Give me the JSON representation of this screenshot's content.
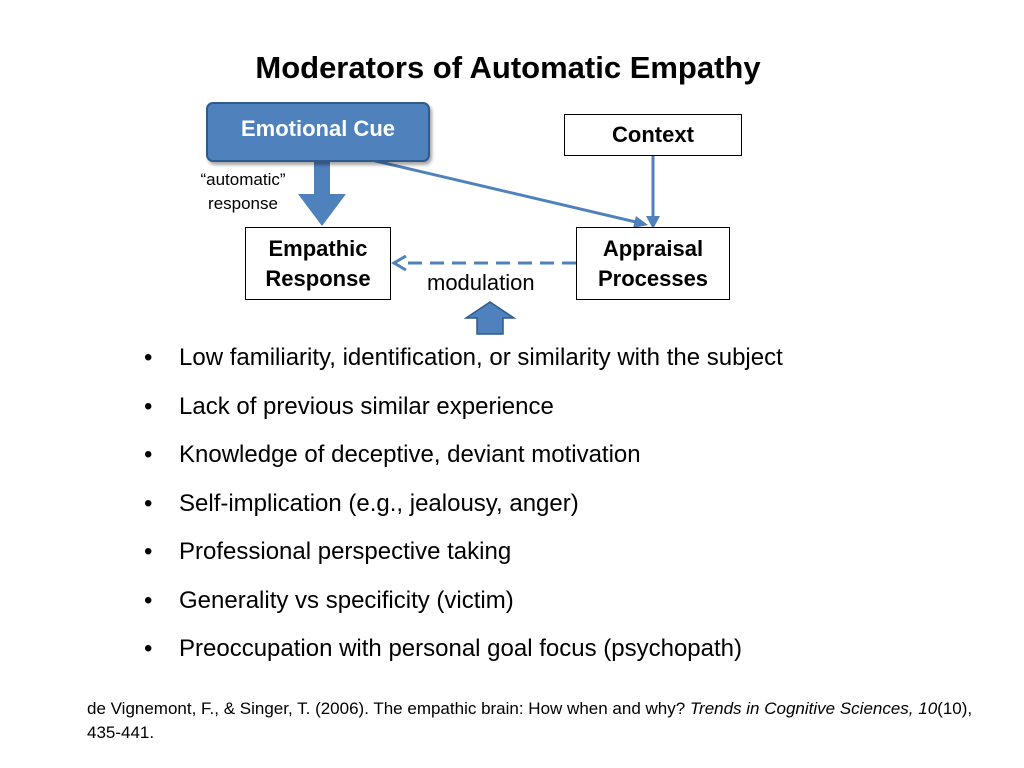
{
  "title": "Moderators of Automatic Empathy",
  "diagram": {
    "emotional_cue": "Emotional Cue",
    "context": "Context",
    "empathic_response_line1": "Empathic",
    "empathic_response_line2": "Response",
    "appraisal_line1": "Appraisal",
    "appraisal_line2": "Processes",
    "automatic_line1": "“automatic”",
    "automatic_line2": "response",
    "modulation": "modulation",
    "colors": {
      "cue_fill": "#4f81bd",
      "arrow": "#4f81bd"
    }
  },
  "bullets": [
    "Low familiarity, identification, or similarity with the subject",
    "Lack of previous similar experience",
    "Knowledge of deceptive, deviant motivation",
    "Self-implication (e.g., jealousy, anger)",
    "Professional perspective taking",
    "Generality vs specificity (victim)",
    "Preoccupation with personal goal focus (psychopath)"
  ],
  "citation": {
    "part1": "de Vignemont, F., & Singer, T. (2006).  The empathic brain: How when and why? ",
    "journal": "Trends in Cognitive Sciences, 10",
    "part2": "(10), 435-441."
  }
}
